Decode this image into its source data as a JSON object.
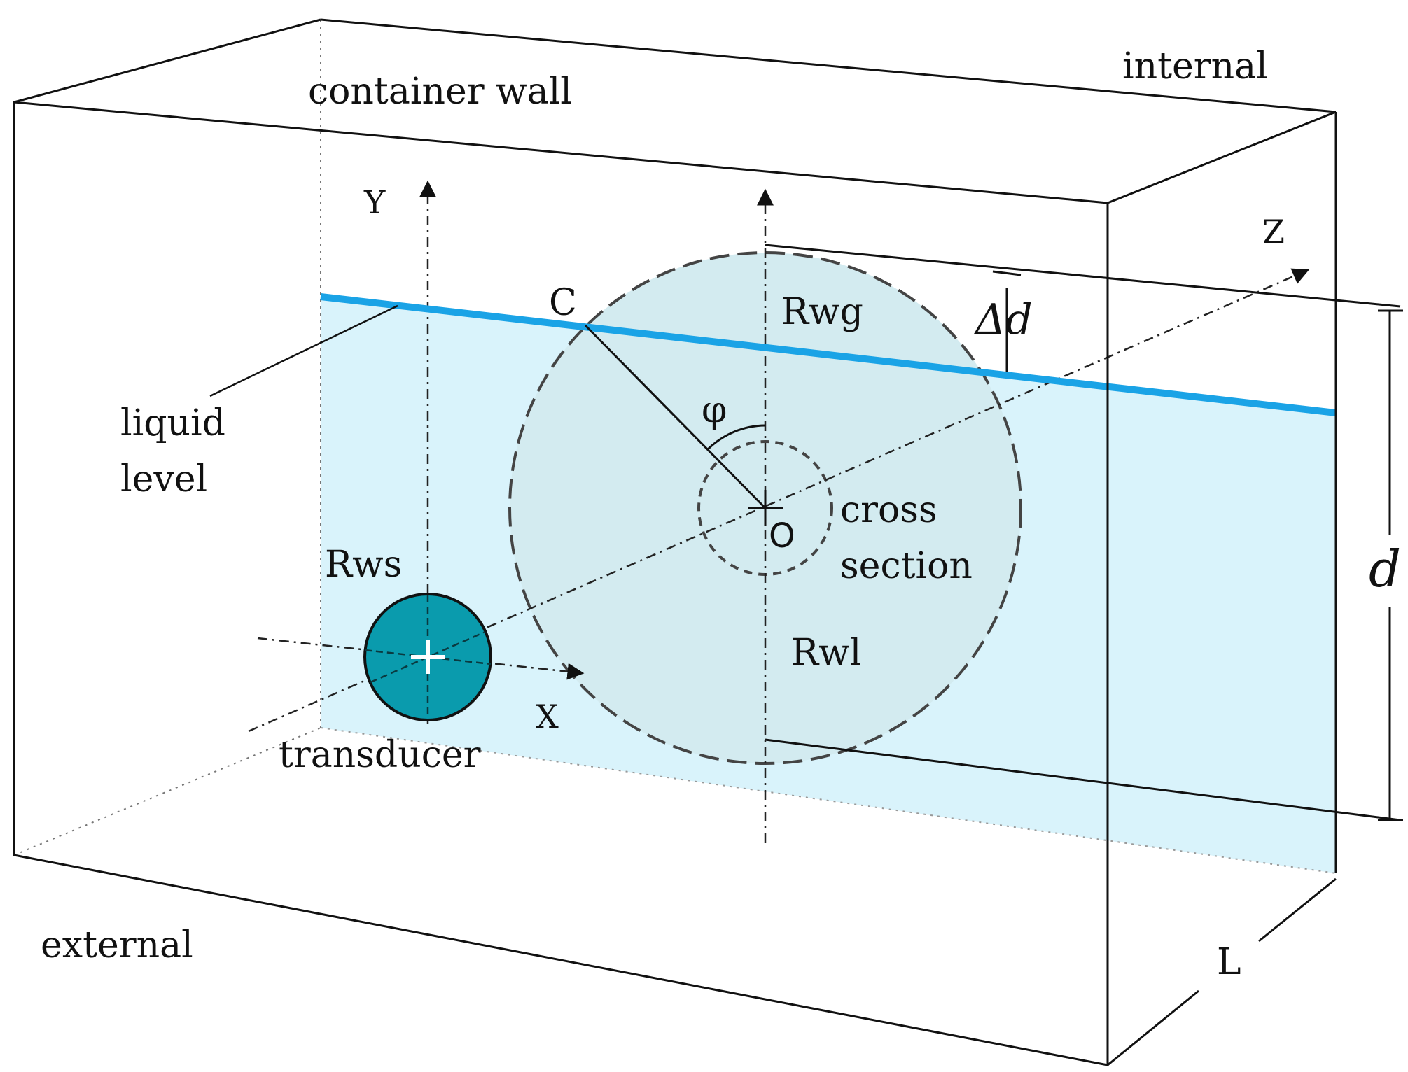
{
  "labels": {
    "container_wall": "container wall",
    "internal": "internal",
    "external": "external",
    "liquid_level_line1": "liquid",
    "liquid_level_line2": "level",
    "transducer": "transducer",
    "cross_line1": "cross",
    "cross_line2": "section",
    "rwg": "Rwg",
    "rws": "Rws",
    "rwl": "Rwl",
    "point_c": "C",
    "point_o": "O",
    "phi": "φ",
    "axis_x": "X",
    "axis_y": "Y",
    "axis_z": "Z",
    "delta_d": "Δd",
    "depth_d": "d",
    "length_l": "L"
  },
  "colors": {
    "liquid_fill": "#d9f3fb",
    "liquid_line": "#1aa3e6",
    "section_fill": "#d3ebf0",
    "transducer_fill": "#0a9bad",
    "line": "#111111"
  }
}
